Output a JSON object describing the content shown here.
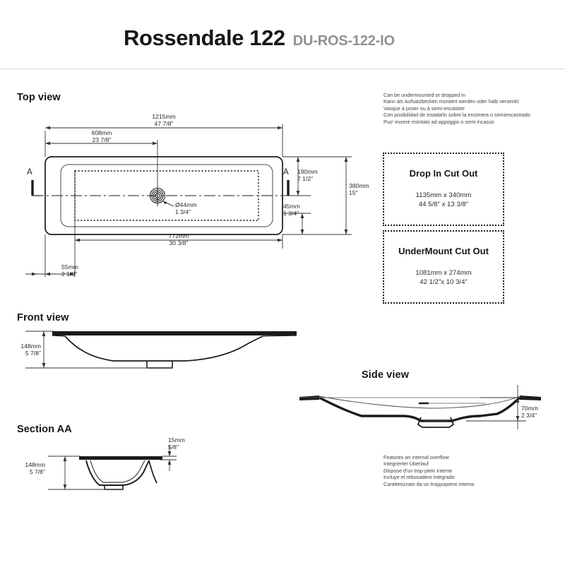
{
  "header": {
    "product_title": "Rossendale 122",
    "product_code": "DU-ROS-122-IO"
  },
  "views": {
    "top": "Top view",
    "front": "Front view",
    "side": "Side view",
    "section": "Section AA"
  },
  "notes": {
    "mounting": {
      "line_en": "Can be undermounted or dropped in",
      "line_de": "Kann als Aufsatzbecken montiert werden oder halb versenkt",
      "line_fr": "Vasque à poser ou à semi-encastrer",
      "line_es": "Con posibilidad de instalarlo sobre la encimera o semiencastrado",
      "line_it": "Puo' essere montato ad appoggio o semi incasso"
    },
    "overflow": {
      "line_en": "Features an internal overflow",
      "line_de": "Integrierter Überlauf",
      "line_fr": "Dispose d'un trop-plein interne",
      "line_es": "Incluye el rebosadero integrado",
      "line_it": "Caratterizzato da un troppopieno interno"
    }
  },
  "cutouts": {
    "drop_in": {
      "title": "Drop In Cut Out",
      "metric": "1135mm x 340mm",
      "imperial": "44 5/8\" x 13 3/8\""
    },
    "undermount": {
      "title": "UnderMount Cut Out",
      "metric": "1081mm x 274mm",
      "imperial": "42 1/2\"x 10 3/4\""
    }
  },
  "dimensions": {
    "top_overall_width": {
      "metric": "1215mm",
      "imperial": "47 7/8\""
    },
    "top_drain_from_left": {
      "metric": "608mm",
      "imperial": "23 7/8\""
    },
    "top_overall_depth": {
      "metric": "380mm",
      "imperial": "15\""
    },
    "top_drain_from_rear": {
      "metric": "190mm",
      "imperial": "7 1/2\""
    },
    "top_front_edge": {
      "metric": "45mm",
      "imperial": "1 3/4\""
    },
    "top_inner_width": {
      "metric": "772mm",
      "imperial": "30 3/8\""
    },
    "top_left_inset": {
      "metric": "55mm",
      "imperial": "2 1/8\""
    },
    "drain_diameter": {
      "metric": "Ø44mm",
      "imperial": "1 3/4\""
    },
    "front_height": {
      "metric": "148mm",
      "imperial": "5 7/8\""
    },
    "section_height": {
      "metric": "148mm",
      "imperial": "5 7/8\""
    },
    "section_rim": {
      "metric": "15mm",
      "imperial": "5/8\""
    },
    "side_depth": {
      "metric": "70mm",
      "imperial": "2 3/4\""
    }
  },
  "section_markers": {
    "left": "A",
    "right": "A"
  },
  "colors": {
    "line": "#1b1b1b",
    "dim_line": "#444444",
    "code_gray": "#8e9196",
    "rule": "#d5d5d5"
  }
}
